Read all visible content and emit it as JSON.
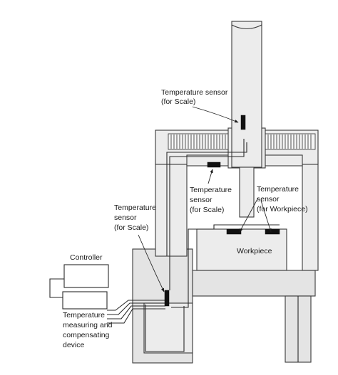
{
  "labels": {
    "sensor_scale_top_1": "Temperature sensor",
    "sensor_scale_top_2": "(for Scale)",
    "sensor_scale_mid_1": "Temperature",
    "sensor_scale_mid_2": "sensor",
    "sensor_scale_mid_3": "(for Scale)",
    "sensor_workpiece_1": "Temperature",
    "sensor_workpiece_2": "sensor",
    "sensor_workpiece_3": "(for Workpiece)",
    "sensor_scale_left_1": "Temperature",
    "sensor_scale_left_2": "sensor",
    "sensor_scale_left_3": "(for Scale)",
    "controller": "Controller",
    "workpiece": "Workpiece",
    "device_1": "Temperature",
    "device_2": "measuring and",
    "device_3": "compensating",
    "device_4": "device"
  }
}
